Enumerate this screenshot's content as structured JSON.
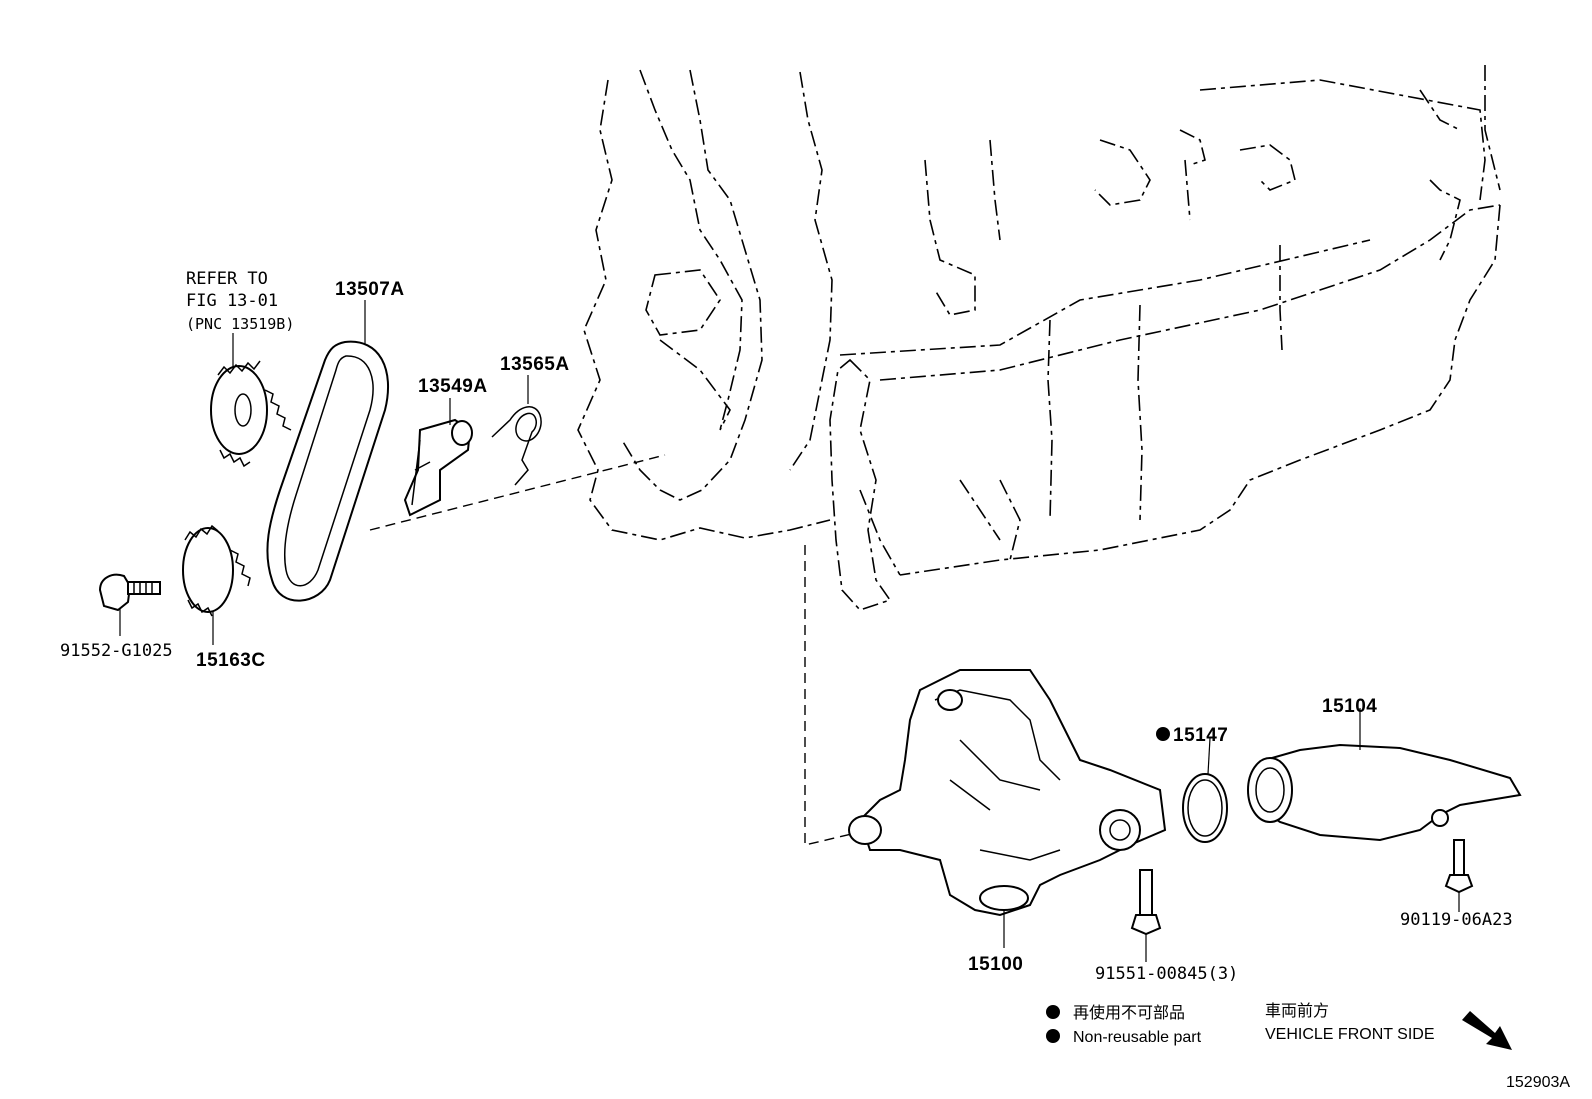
{
  "callouts": {
    "p13507a": "13507A",
    "p13549a": "13549A",
    "p13565a": "13565A",
    "p15163c": "15163C",
    "p91552": "91552-G1025",
    "p15100": "15100",
    "p15147": "15147",
    "p15104": "15104",
    "p91551": "91551-00845(3)",
    "p90119": "90119-06A23"
  },
  "reference": {
    "line1": "REFER TO",
    "line2": "FIG 13-01",
    "line3": "(PNC 13519B)"
  },
  "legend": {
    "nonreusable_jp": "再使用不可部品",
    "nonreusable_en": "Non-reusable part",
    "front_jp": "車両前方",
    "front_en": "VEHICLE FRONT SIDE"
  },
  "figure_id": "152903A"
}
